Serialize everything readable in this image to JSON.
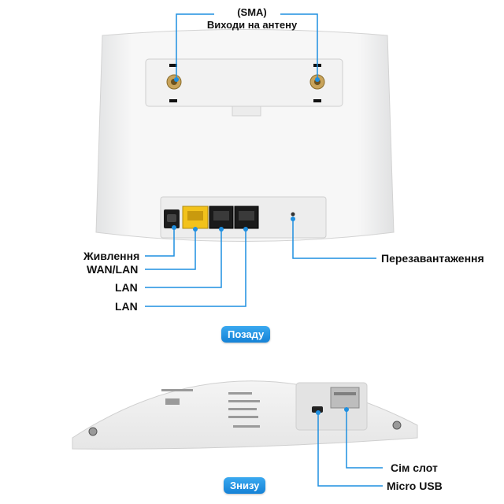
{
  "antenna": {
    "line1": "(SMA)",
    "line2": "Виходи на антену"
  },
  "back_labels": {
    "power": "Живлення",
    "wan_lan": "WAN/LAN",
    "lan1": "LAN",
    "lan2": "LAN",
    "reset": "Перезавантаження"
  },
  "views": {
    "back": "Позаду",
    "bottom": "Знизу"
  },
  "bottom_labels": {
    "sim": "Сім слот",
    "micro_usb": "Micro USB"
  },
  "colors": {
    "accent": "#1f8fe0",
    "wan_port": "#f2c21b",
    "lan_port": "#1a1a1a"
  }
}
